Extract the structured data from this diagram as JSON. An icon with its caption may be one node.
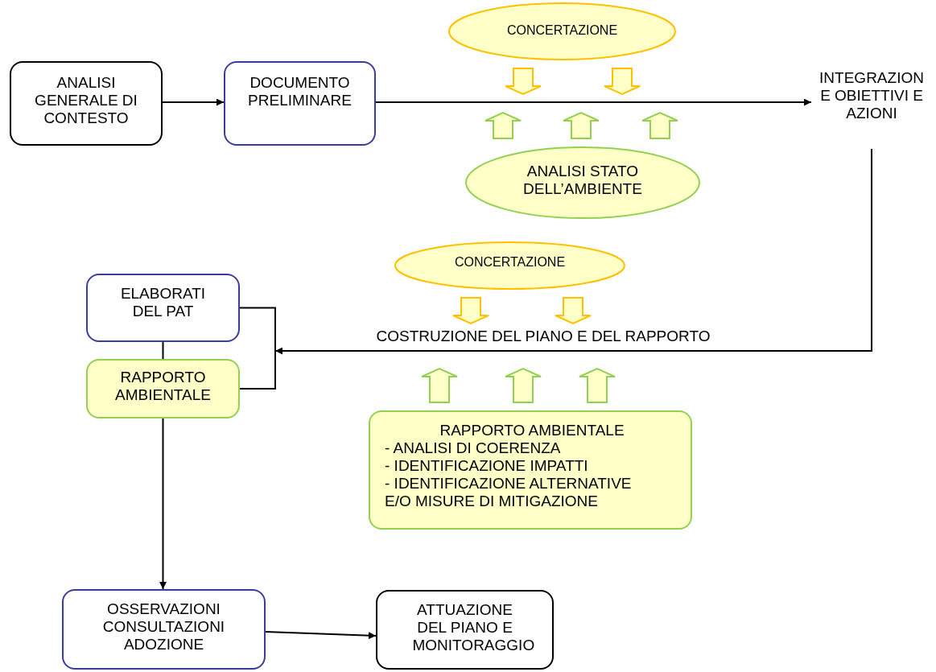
{
  "diagram": {
    "nodes": [
      {
        "text": [
          "ANALISI GENERALE DI CONTESTO"
        ]
      },
      {
        "text": [
          "DOCUMENTO PRELIMINARE"
        ]
      },
      {
        "text": [
          "CONCERTAZIONE"
        ]
      },
      {
        "text": [
          "ANALISI STATO DELL’AMBIENTE"
        ]
      },
      {
        "text": [
          "INTEGRAZION E OBIETTIVI E AZIONI"
        ]
      },
      {
        "text": [
          "CONCERTAZIONE"
        ]
      },
      {
        "text": [
          "COSTRUZIONE DEL PIANO E DEL RAPPORTO"
        ]
      },
      {
        "text": [
          "RAPPORTO AMBIENTALE",
          "- ANALISI DI COERENZA",
          "- IDENTIFICAZIONE IMPATTI",
          "- IDENTIFICAZIONE ALTERNATIVE E/O MISURE DI MITIGAZIONE"
        ]
      },
      {
        "text": [
          "ELABORATI DEL PAT"
        ]
      },
      {
        "text": [
          "RAPPORTO AMBIENTALE"
        ]
      },
      {
        "text": [
          "OSSERVAZIONI CONSULTAZIONI ADOZIONE"
        ]
      },
      {
        "text": [
          "ATTUAZIONE DEL PIANO E MONITORAGGIO"
        ]
      }
    ],
    "edges": [
      {
        "from": 0,
        "to": 1,
        "arrow": "to"
      },
      {
        "from": 1,
        "to": 4,
        "arrow": "to"
      },
      {
        "from": 4,
        "to": null,
        "arrow": "to"
      },
      {
        "from": 8,
        "to": 9,
        "arrow": "none"
      },
      {
        "from": 8,
        "to": 9,
        "arrow": "none"
      },
      {
        "from": 9,
        "to": 10,
        "arrow": "to"
      },
      {
        "from": 10,
        "to": 11,
        "arrow": "to"
      },
      {
        "from": 2,
        "to": null,
        "arrow": "to",
        "style": "thick",
        "color": "#ffc000"
      },
      {
        "from": 2,
        "to": null,
        "arrow": "to",
        "style": "thick",
        "color": "#ffc000"
      },
      {
        "from": 3,
        "to": null,
        "arrow": "to",
        "style": "thick",
        "color": "#92d050"
      },
      {
        "from": 3,
        "to": null,
        "arrow": "to",
        "style": "thick",
        "color": "#92d050"
      },
      {
        "from": 3,
        "to": null,
        "arrow": "to",
        "style": "thick",
        "color": "#92d050"
      },
      {
        "from": 5,
        "to": 6,
        "arrow": "to",
        "style": "thick",
        "color": "#ffc000"
      },
      {
        "from": 5,
        "to": 6,
        "arrow": "to",
        "style": "thick",
        "color": "#ffc000"
      },
      {
        "from": 7,
        "to": 6,
        "arrow": "to",
        "style": "thick",
        "color": "#92d050"
      },
      {
        "from": 7,
        "to": 6,
        "arrow": "to",
        "style": "thick",
        "color": "#92d050"
      },
      {
        "from": 7,
        "to": 6,
        "arrow": "to",
        "style": "thick",
        "color": "#92d050"
      }
    ]
  }
}
